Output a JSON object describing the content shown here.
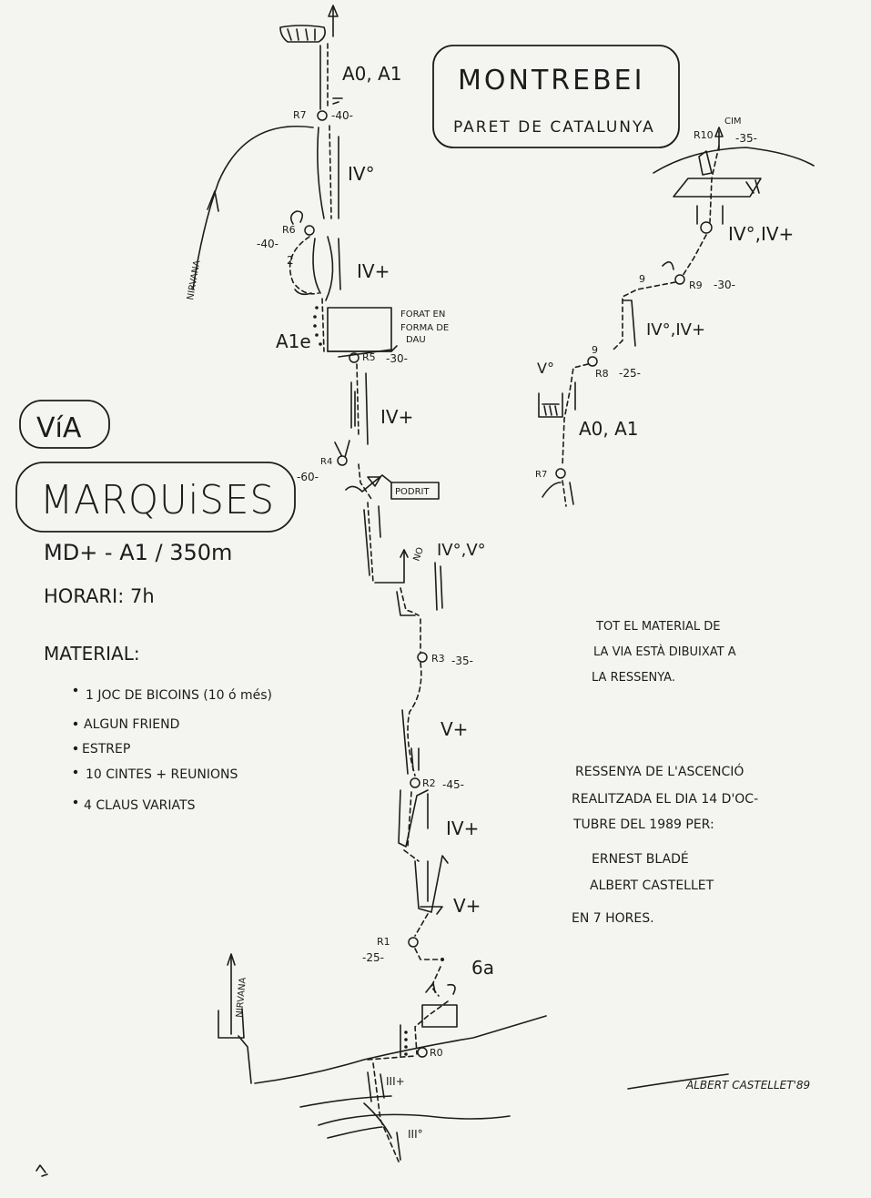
{
  "title_box": {
    "line1": "MONTREBEI",
    "line2": "PARET DE CATALUNYA"
  },
  "route_name": {
    "via": "VíA",
    "name": "MARQUiSES"
  },
  "grade": "MD+ - A1 / 350m",
  "horari": "HORARI: 7h",
  "material": {
    "heading": "MATERIAL:",
    "items": [
      "1 JOC DE BICOINS (10 ó més)",
      "ALGUN FRIEND",
      "ESTREP",
      "10 CINTES + REUNIONS",
      "4 CLAUS VARIATS"
    ]
  },
  "note": {
    "line1": "TOT EL MATERIAL DE",
    "line2": "LA VIA ESTÀ DIBUIXAT A",
    "line3": "LA RESSENYA."
  },
  "ascent": {
    "line1": "RESSENYA DE L'ASCENCIÓ",
    "line2": "REALITZADA EL DIA 14 D'OC-",
    "line3": "TUBRE DEL 1989 PER:",
    "climber1": "ERNEST BLADÉ",
    "climber2": "ALBERT CASTELLET",
    "duration": "EN 7 HORES."
  },
  "signature": "ALBERT CASTELLET'89",
  "topo": {
    "nirvana_upper": "NIRVANA",
    "nirvana_lower": "NIRVANA",
    "forat": {
      "l1": "FORAT EN",
      "l2": "FORMA DE",
      "l3": "DAU"
    },
    "podrit": "PODRIT",
    "no": "NO",
    "a1e": "A1e",
    "cim": "CIM",
    "grades": {
      "top_a0a1": "A0, A1",
      "g_r7_r6": "IV°",
      "g_r6_r5": "IV+",
      "g_r5_r4": "IV+",
      "g_r4_r3": "IV°,V°",
      "g_r3_r2": "V+",
      "g_r2_r1a": "IV+",
      "g_r2_r1b": "V+",
      "g_r1_r0": "6a",
      "approach1": "III+",
      "approach2": "III°",
      "g_r9_r10": "IV°,IV+",
      "g_r8_r9": "IV°,IV+",
      "g_r7_r8_v": "V°",
      "g_r7_r8": "A0, A1",
      "small_2": "2",
      "small_9a": "9",
      "small_9b": "9"
    },
    "belays": {
      "r7": "R7",
      "r7_len": "-40-",
      "r6": "R6",
      "r6_len": "-40-",
      "r5": "R5",
      "r5_len": "-30-",
      "r4": "R4",
      "r4_len": "-60-",
      "r3": "R3",
      "r3_len": "-35-",
      "r2": "R2",
      "r2_len": "-45-",
      "r1": "R1",
      "r1_len": "-25-",
      "r0": "R0",
      "r10": "R10",
      "r10_len": "-35-",
      "r9": "R9",
      "r9_len": "-30-",
      "r8": "R8",
      "r8_len": "-25-",
      "r7b": "R7"
    }
  }
}
